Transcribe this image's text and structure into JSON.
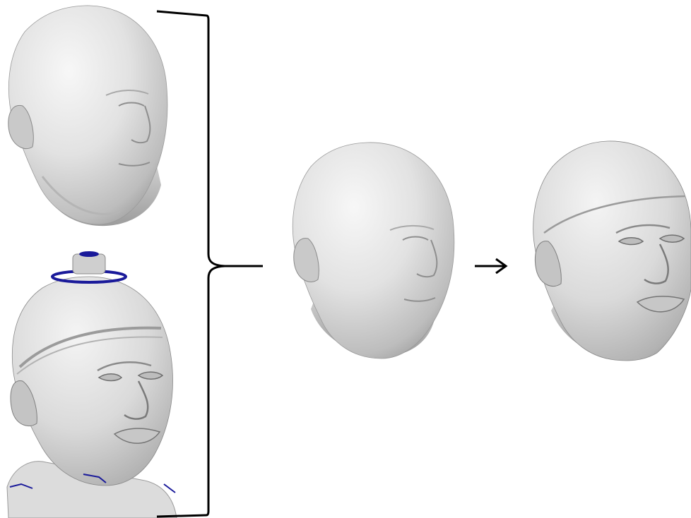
{
  "figure": {
    "panels": [
      {
        "id": "template-mesh",
        "kind": "smooth-head",
        "view": "three-quarter"
      },
      {
        "id": "raw-scan",
        "kind": "scanned-head",
        "view": "three-quarter",
        "artifacts": "blue-boundary-noise"
      },
      {
        "id": "aligned-template",
        "kind": "smooth-head",
        "view": "three-quarter"
      },
      {
        "id": "fitted-result",
        "kind": "detailed-head",
        "view": "three-quarter"
      }
    ],
    "connectors": [
      {
        "id": "merge-brace",
        "from": [
          "template-mesh",
          "raw-scan"
        ],
        "to": "aligned-template"
      },
      {
        "id": "arrow",
        "from": "aligned-template",
        "to": "fitted-result"
      }
    ],
    "colors": {
      "background": "#ffffff",
      "mesh_light": "#f2f2f2",
      "mesh_mid": "#cfcfcf",
      "mesh_dark": "#8e8e8e",
      "artifact_blue": "#1a1a9a",
      "connector": "#000000"
    }
  }
}
